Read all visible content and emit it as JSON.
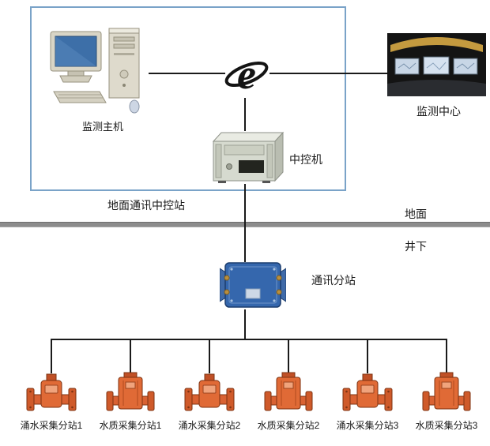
{
  "nodes": {
    "monitor_host": {
      "label": "监测主机",
      "icon": "desktop-computer-icon"
    },
    "internet": {
      "icon": "internet-e-icon"
    },
    "monitor_center": {
      "label": "监测中心",
      "icon": "control-room-image"
    },
    "central_control": {
      "label": "中控机",
      "icon": "industrial-server-icon"
    },
    "ground_station": {
      "label": "地面通讯中控站"
    },
    "comm_substation": {
      "label": "通讯分站",
      "icon": "junction-box-icon"
    }
  },
  "zones": {
    "surface": "地面",
    "underground": "井下"
  },
  "devices": [
    {
      "label": "涌水采集分站1",
      "type": "flow",
      "icon": "flow-sensor-icon"
    },
    {
      "label": "水质采集分站1",
      "type": "quality",
      "icon": "quality-sensor-icon"
    },
    {
      "label": "涌水采集分站2",
      "type": "flow",
      "icon": "flow-sensor-icon"
    },
    {
      "label": "水质采集分站2",
      "type": "quality",
      "icon": "quality-sensor-icon"
    },
    {
      "label": "涌水采集分站3",
      "type": "flow",
      "icon": "flow-sensor-icon"
    },
    {
      "label": "水质采集分站3",
      "type": "quality",
      "icon": "quality-sensor-icon"
    }
  ],
  "colors": {
    "outline_blue": "#7aa3c8",
    "divider_gray": "#8c8c8c",
    "line_black": "#1a1a1a",
    "device_orange": "#d4582a",
    "substation_blue": "#3567ad"
  }
}
